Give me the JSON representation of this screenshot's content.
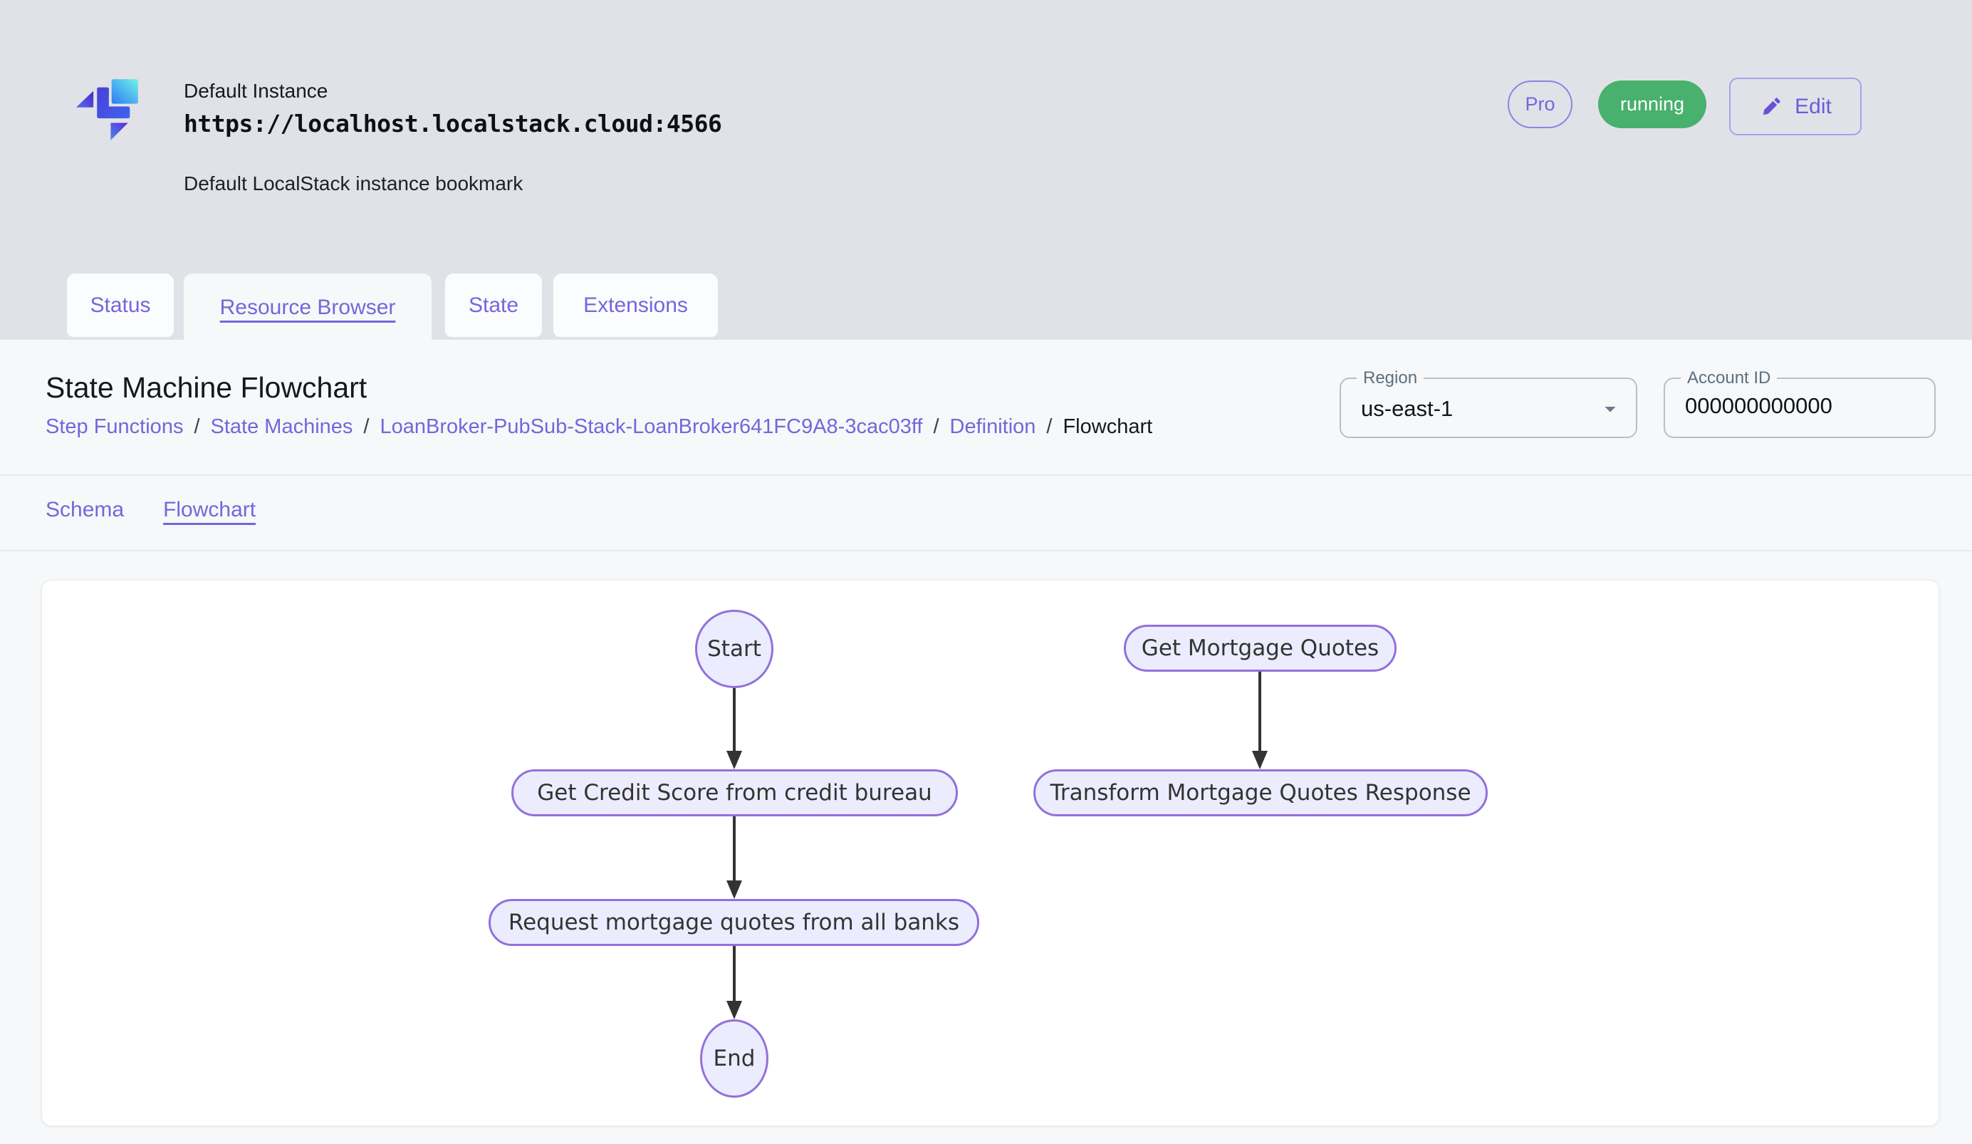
{
  "header": {
    "instance_name": "Default Instance",
    "instance_url": "https://localhost.localstack.cloud:4566",
    "instance_description": "Default LocalStack instance bookmark",
    "pro_badge": "Pro",
    "status_badge": "running",
    "edit_button": "Edit"
  },
  "tabs": [
    {
      "label": "Status",
      "active": false
    },
    {
      "label": "Resource Browser",
      "active": true
    },
    {
      "label": "State",
      "active": false
    },
    {
      "label": "Extensions",
      "active": false
    }
  ],
  "page": {
    "title": "State Machine Flowchart",
    "breadcrumb_separator": "/",
    "breadcrumb": [
      {
        "label": "Step Functions",
        "link": true
      },
      {
        "label": "State Machines",
        "link": true
      },
      {
        "label": "LoanBroker-PubSub-Stack-LoanBroker641FC9A8-3cac03ff",
        "link": true
      },
      {
        "label": "Definition",
        "link": true
      },
      {
        "label": "Flowchart",
        "link": false
      }
    ],
    "region": {
      "label": "Region",
      "value": "us-east-1"
    },
    "account": {
      "label": "Account ID",
      "value": "000000000000"
    },
    "subtabs": [
      {
        "label": "Schema",
        "active": false
      },
      {
        "label": "Flowchart",
        "active": true
      }
    ]
  },
  "flowchart": {
    "nodes": {
      "start": {
        "label": "Start",
        "shape": "circle"
      },
      "get_credit_score": {
        "label": "Get Credit Score from credit bureau",
        "shape": "stadium"
      },
      "request_quotes": {
        "label": "Request mortgage quotes from all banks",
        "shape": "stadium"
      },
      "end": {
        "label": "End",
        "shape": "ellipse"
      },
      "get_mortgage_quotes": {
        "label": "Get Mortgage Quotes",
        "shape": "stadium"
      },
      "transform_response": {
        "label": "Transform Mortgage Quotes Response",
        "shape": "stadium"
      }
    },
    "edges": [
      {
        "from": "start",
        "to": "get_credit_score"
      },
      {
        "from": "get_credit_score",
        "to": "request_quotes"
      },
      {
        "from": "request_quotes",
        "to": "end"
      },
      {
        "from": "get_mortgage_quotes",
        "to": "transform_response"
      }
    ],
    "node_fill": "#ECECFF",
    "node_stroke": "#9370DB",
    "edge_color": "#333333"
  },
  "colors": {
    "accent_purple": "#7765DB",
    "running_green": "#47B16D",
    "header_bg": "#E0E2E7",
    "panel_bg": "#F6F8F9"
  }
}
